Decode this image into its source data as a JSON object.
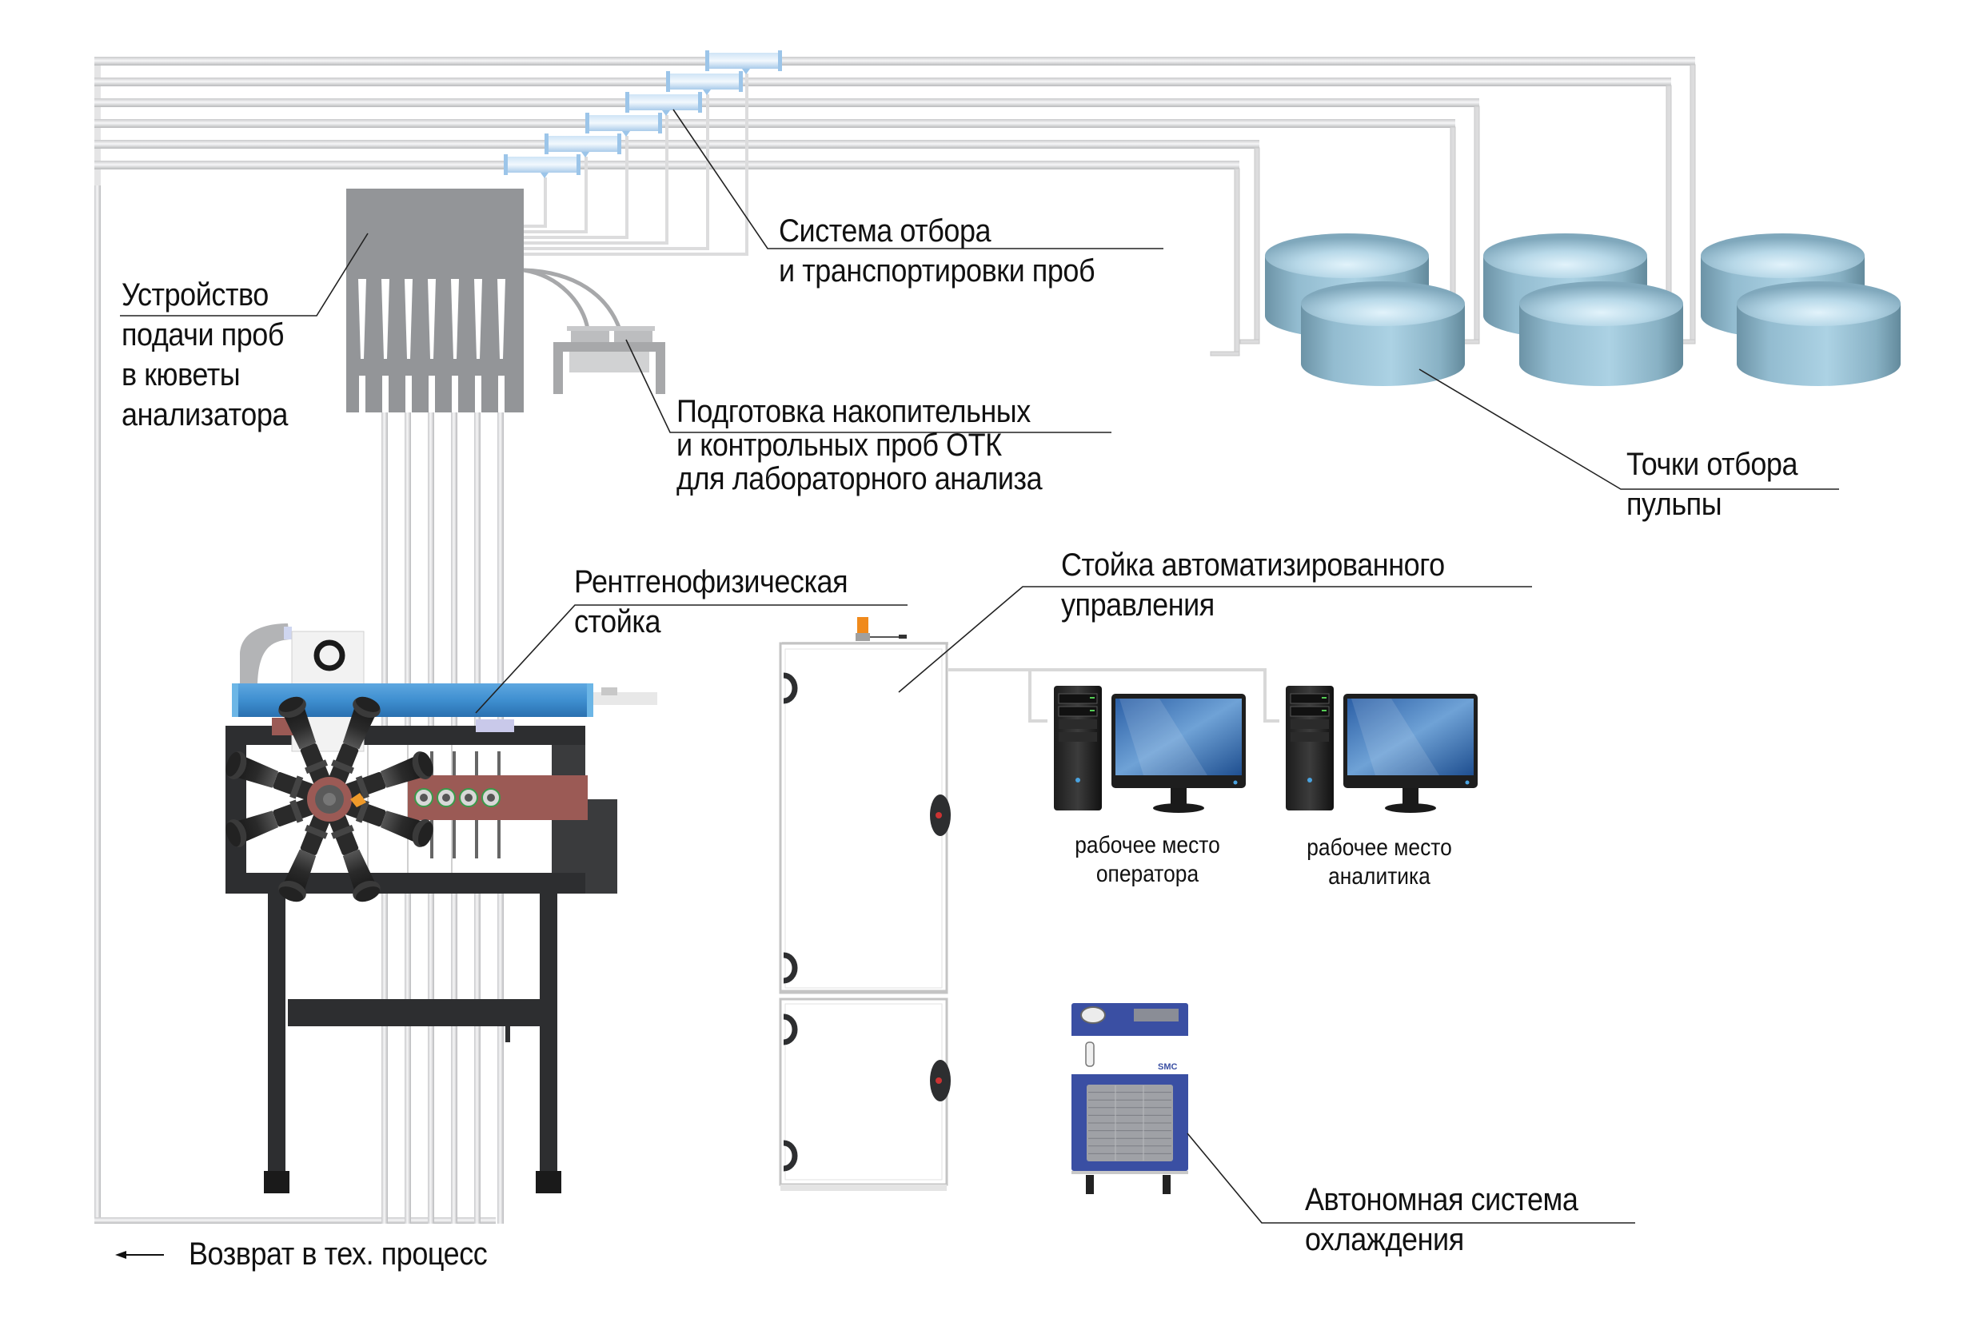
{
  "diagram": {
    "language": "ru",
    "labels": {
      "sampling_system": {
        "lines": [
          "Система отбора",
          "и транспортировки проб"
        ]
      },
      "sample_feeder": {
        "lines": [
          "Устройство",
          "подачи проб",
          "в кюветы",
          "анализатора"
        ]
      },
      "otk_prep": {
        "lines": [
          "Подготовка накопительных",
          "и контрольных проб ОТК",
          "для лабораторного анализа"
        ]
      },
      "pulp_points": {
        "lines": [
          "Точки отбора",
          "пульпы"
        ]
      },
      "xray_rack": {
        "lines": [
          "Рентгенофизическая",
          "стойка"
        ]
      },
      "control_rack": {
        "lines": [
          "Стойка автоматизированного",
          "управления"
        ]
      },
      "operator_ws": {
        "lines": [
          "рабочее место",
          "оператора"
        ]
      },
      "analyst_ws": {
        "lines": [
          "рабочее место",
          "аналитика"
        ]
      },
      "cooling": {
        "lines": [
          "Автономная система",
          "охлаждения"
        ]
      },
      "return": {
        "arrow": "←",
        "text": "Возврат в тех. процесс"
      }
    },
    "cooler_brand": "SMC",
    "components": {
      "sampling_pipes": 6,
      "inline_samplers": 6,
      "pulp_tanks": 6,
      "feeder_channels": 7,
      "xray_probe_arms": 8,
      "workstations": 2
    },
    "colors": {
      "pipe": "#d4d5d7",
      "pipe_highlight": "#f4f4f5",
      "sampler": "#b7d6f0",
      "feeder": "#939598",
      "tank_side": "#9cc3d6",
      "tank_top": "#d6ecf7",
      "xray_beam": "#3f8fd0",
      "xray_frame": "#2d2e30",
      "xray_block": "#9b5a55",
      "cooler_blue": "#3a4fa3",
      "beacon": "#f08a1c",
      "monitor_screen": "#3a78bd",
      "callout_line": "#222222"
    }
  }
}
